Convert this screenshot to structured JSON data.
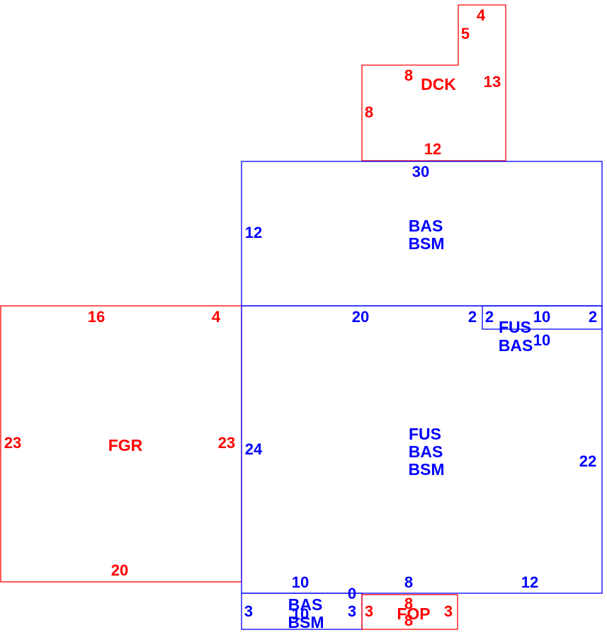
{
  "colors": {
    "blue": "#0000ff",
    "red": "#ff0000",
    "background": "#ffffff"
  },
  "areas": {
    "dck": {
      "code": "DCK",
      "dims": {
        "top": "4",
        "inner_vertical": "5",
        "inner_horizontal": "8",
        "right": "13",
        "left": "8",
        "bottom": "12"
      }
    },
    "upper": {
      "codes": [
        "BAS",
        "BSM"
      ],
      "dims": {
        "top": "30",
        "left": "12"
      }
    },
    "fgr": {
      "code": "FGR",
      "dims": {
        "top_a": "16",
        "top_b": "4",
        "left": "23",
        "right": "23",
        "bottom": "20"
      }
    },
    "main": {
      "codes": [
        "FUS",
        "BAS",
        "BSM"
      ],
      "dims": {
        "top": "20",
        "step": "2",
        "left": "24",
        "right": "22",
        "bottom_a": "10",
        "bottom_b": "8",
        "bottom_c": "12",
        "zero": "0"
      }
    },
    "small": {
      "codes": [
        "FUS",
        "BAS"
      ],
      "dims": {
        "left": "2",
        "top": "10",
        "right": "2",
        "bottom": "10"
      }
    },
    "lower": {
      "codes": [
        "BAS",
        "BSM"
      ],
      "overlap": "10",
      "dims": {
        "left": "3",
        "right": "3"
      }
    },
    "fop": {
      "code": "FOP",
      "dims": {
        "left": "3",
        "right": "3",
        "top": "8",
        "bottom": "8"
      }
    }
  }
}
